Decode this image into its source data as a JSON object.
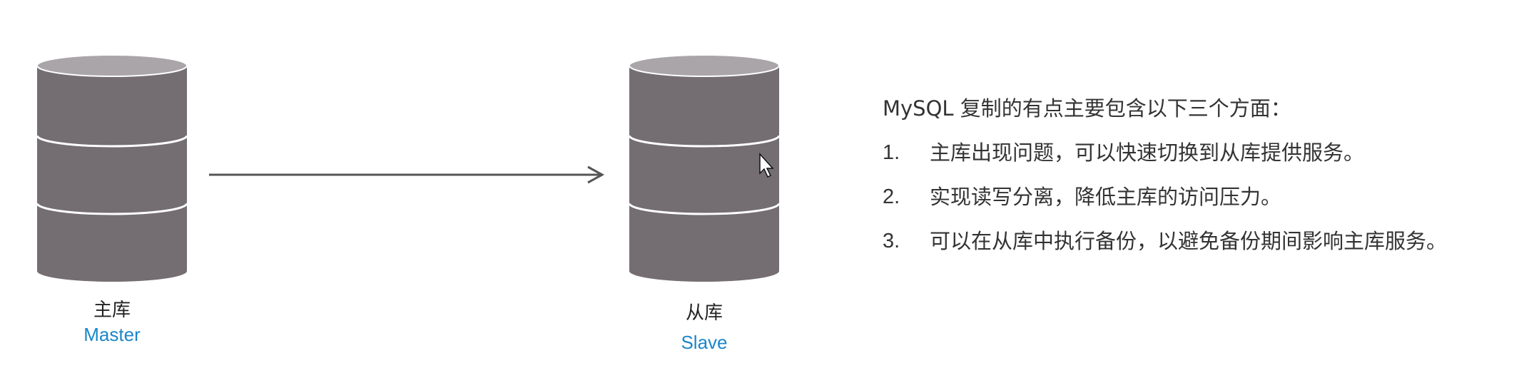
{
  "master": {
    "label": "主库",
    "sublabel": "Master"
  },
  "slave": {
    "label": "从库",
    "sublabel": "Slave"
  },
  "notes": {
    "title": "MySQL 复制的有点主要包含以下三个方面：",
    "items": [
      {
        "number": "1.",
        "text": "主库出现问题，可以快速切换到从库提供服务。"
      },
      {
        "number": "2.",
        "text": "实现读写分离，降低主库的访问压力。"
      },
      {
        "number": "3.",
        "text": "可以在从库中执行备份，以避免备份期间影响主库服务。"
      }
    ]
  },
  "colors": {
    "cylinder_body": "#746e73",
    "cylinder_top": "#aaa5a9",
    "arrow": "#555555",
    "sublabel": "#1a86c8"
  },
  "icons": {
    "cursor": "mouse-pointer-icon"
  }
}
